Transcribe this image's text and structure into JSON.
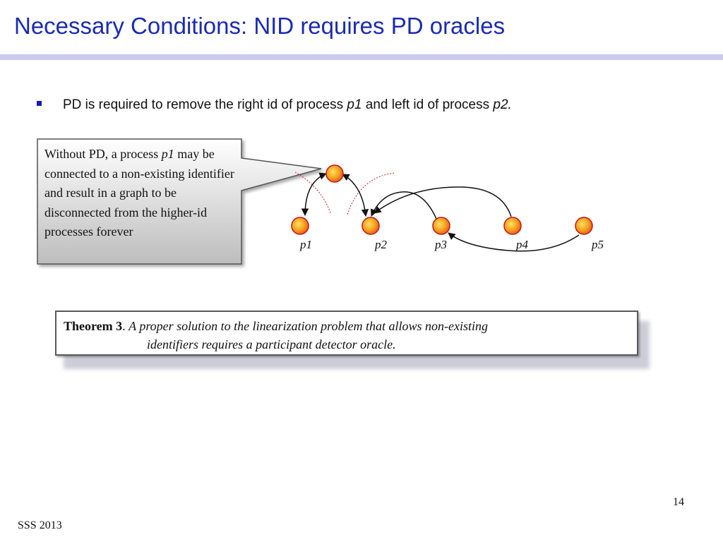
{
  "slide": {
    "title": "Necessary Conditions: NID requires PD oracles",
    "bullet": {
      "part1": "PD is required to remove the right id of process ",
      "p1": "p1",
      "part2": " and left id of process ",
      "p2": "p2."
    },
    "callout": {
      "part1": "Without PD, a process ",
      "p1": "p1",
      "part2": " may be connected to a non-existing identifier and result in a graph to be disconnected from the higher-id processes forever"
    },
    "processes": [
      "p1",
      "p2",
      "p3",
      "p4",
      "p5"
    ],
    "theorem": {
      "name": "Theorem 3",
      "sep": ". ",
      "line1": "A proper solution to the linearization problem that allows non-existing",
      "line2": "identifiers requires a participant detector oracle."
    },
    "page_number": "14",
    "footer": "SSS 2013"
  },
  "colors": {
    "title": "#1a2bb0",
    "title_rule": "#c9c9f2",
    "node_fill": "#f0a020",
    "node_stroke": "#c01818",
    "dotted_link": "#d42020"
  }
}
